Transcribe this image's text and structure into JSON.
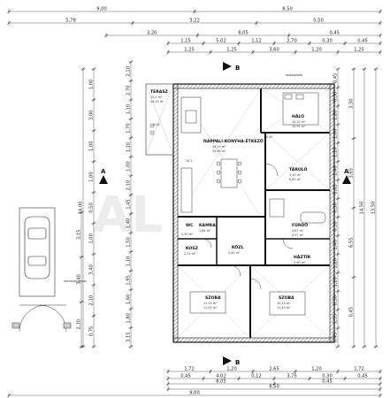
{
  "dimensions": {
    "top": {
      "r1": [
        "9,00",
        "8,50"
      ],
      "r2": [
        "5,78",
        "3,22",
        "0,50"
      ],
      "r3": [
        "3,20",
        "8,05",
        "0,45"
      ],
      "r4": [
        "1,15",
        "5,02",
        "1,12",
        "2,70",
        "0,30",
        "0,45"
      ],
      "r5": [
        "1,25",
        "1,25",
        "3,60",
        "1,20",
        "1,25"
      ]
    },
    "bottom": {
      "r1": [
        "1,72",
        "1,20",
        "2,65",
        "1,20",
        "1,72"
      ],
      "r2": [
        "0,45",
        "4,02",
        "0,12",
        "3,75",
        "0,30",
        "0,45"
      ],
      "r3": [
        "8,05",
        "0,45"
      ],
      "r4": [
        "8,50"
      ],
      "r5": [
        "9,00"
      ]
    },
    "left_outer": [
      "14,00"
    ],
    "left_mid": [
      "1,00",
      "3,00",
      "1,00",
      "1,00",
      "0,50",
      "1,00",
      "3,40",
      "2,10",
      "0,75"
    ],
    "left_inner": [
      "2,10",
      "2,70",
      "1,10",
      "1,70",
      "1,10",
      "1,00",
      "2,10",
      "1,45",
      "1,40",
      "1,50",
      "1,10",
      "1,95",
      "1,60",
      "1,80",
      "3,15"
    ],
    "garage_dims": [
      "3,15",
      "3,40",
      "2,10"
    ],
    "right_inner": [
      "0,45",
      "0,30",
      "1,20",
      "1,00",
      "1,10",
      "1,40",
      "0,65",
      "0,30",
      "0,30",
      "1,40",
      "1,20",
      "1,20",
      "0,30",
      "1,55",
      "0,45"
    ],
    "right_mid": [
      "3,30",
      "3,65",
      "6,55",
      "0,45"
    ],
    "right_outer": [
      "14,50",
      "13,50"
    ]
  },
  "section_markers": [
    "A",
    "A",
    "B",
    "B"
  ],
  "rooms": [
    {
      "name": "TERASZ",
      "area": "13,1 m²",
      "sub": "24,15 m²"
    },
    {
      "name": "NAPPALI-KONYHA-ÉTKEZŐ",
      "area": "44,25 m²",
      "sub": "33,85 m²"
    },
    {
      "name": "HÁLÓ",
      "area": "14,10 m²",
      "sub": "12,91 m²"
    },
    {
      "name": "TÁROLÓ",
      "area": "3,10 m²",
      "sub": "6,82 m²"
    },
    {
      "name": "FÜRDŐ",
      "area": "4,87 m²",
      "sub": "4,97 m²"
    },
    {
      "name": "KAMRA",
      "area": "1,84 m²",
      "sub": ""
    },
    {
      "name": "WC",
      "area": "1,30 m²",
      "sub": ""
    },
    {
      "name": "KÖZL",
      "area": "5,40 m²",
      "sub": ""
    },
    {
      "name": "KOSZ",
      "area": "2,22 m²",
      "sub": ""
    },
    {
      "name": "HÁZTÍR",
      "area": "3,90 m²",
      "sub": ""
    },
    {
      "name": "SZOBA",
      "area": "11,10 m²",
      "sub": "11,02 m²"
    },
    {
      "name": "SZOBA",
      "area": "12,23 m²",
      "sub": "11,45 m²"
    }
  ],
  "misc": {
    "level_pos": "+0,47",
    "level_neg": "-0,40",
    "bed_label": "24 1",
    "sill_label": "lesketolakó",
    "garage_label": "szerszámosház",
    "watermark": "AL"
  }
}
